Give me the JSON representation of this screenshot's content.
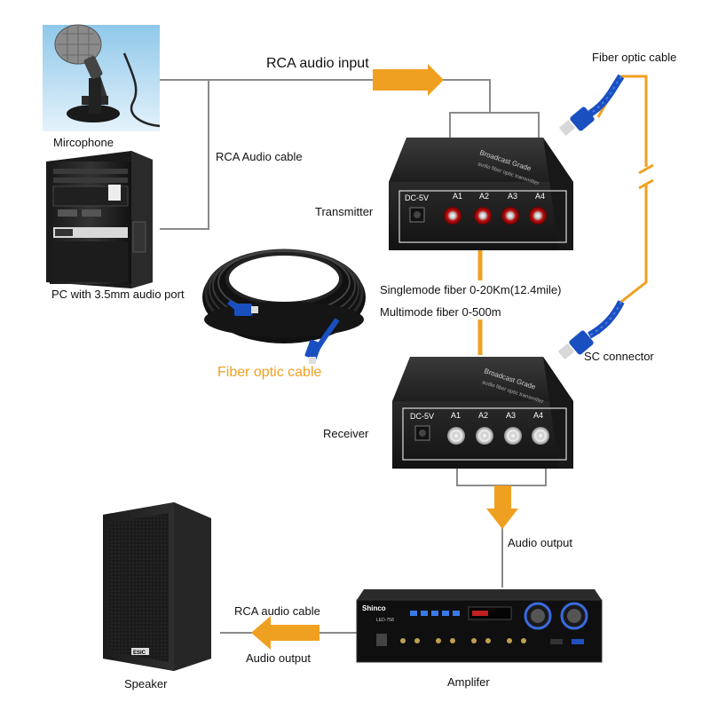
{
  "labels": {
    "microphone": "Mircophone",
    "pc": "PC with 3.5mm audio port",
    "rca_audio_input": "RCA audio input",
    "rca_audio_cable_top": "RCA Audio cable",
    "fiber_optic_cable_top": "Fiber optic cable",
    "transmitter": "Transmitter",
    "singlemode": "Singlemode fiber 0-20Km(12.4mile)",
    "multimode": "Multimode fiber 0-500m",
    "fiber_optic_cable_spool": "Fiber optic cable",
    "sc_connector": "SC connector",
    "receiver": "Receiver",
    "audio_output_receiver": "Audio output",
    "rca_audio_cable_bottom": "RCA audio cable",
    "audio_output_amp": "Audio output",
    "speaker": "Speaker",
    "amplifier": "Amplifer"
  },
  "device": {
    "power_label": "DC-5V",
    "ports": [
      "A1",
      "A2",
      "A3",
      "A4"
    ],
    "top_text": "Broadcast Grade",
    "top_subtext": "audio fiber optic transmitter"
  },
  "amp": {
    "brand": "Shinco",
    "model": "LED-758"
  },
  "speaker_badge": "ESIC",
  "colors": {
    "accent": "#f0a020",
    "line": "#8a8a8a",
    "fiber": "#1a4fc0",
    "device": "#2b2b2b"
  }
}
